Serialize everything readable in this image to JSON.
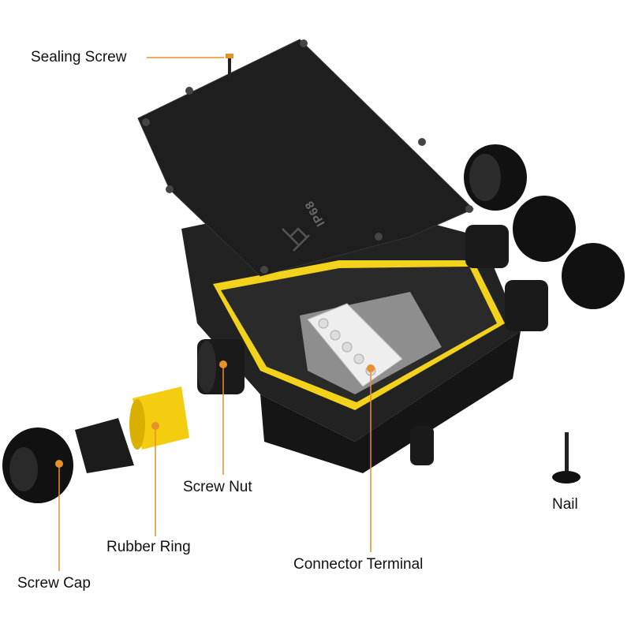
{
  "labels": {
    "sealing_screw": "Sealing Screw",
    "screw_nut": "Screw Nut",
    "rubber_ring": "Rubber Ring",
    "screw_cap": "Screw Cap",
    "connector_terminal": "Connector Terminal",
    "nail": "Nail"
  },
  "lid_markings": [
    "IP68",
    "LT"
  ],
  "colors": {
    "leader": "#e8902a",
    "seal": "#f2d21b",
    "body": "#1c1c1c",
    "rubber": "#f4cc10"
  }
}
